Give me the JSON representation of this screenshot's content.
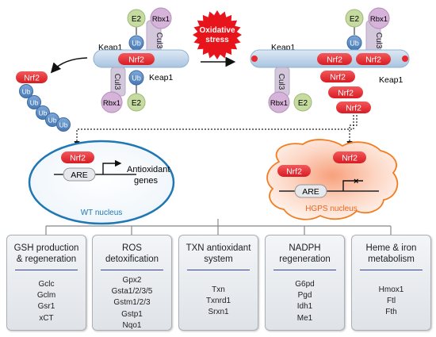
{
  "top_left_complex": {
    "e2": "E2",
    "rbx1": "Rbx1",
    "cul3": "Cul3",
    "ub": "Ub",
    "keap1": "Keap1",
    "nrf2": "Nrf2",
    "e2_bottom": "E2",
    "rbx1_bottom": "Rbx1",
    "cul3_bottom": "Cul3",
    "ub_bottom": "Ub",
    "keap1_bottom": "Keap1"
  },
  "ubiquitinated_nrf2": {
    "nrf2": "Nrf2",
    "ub_chain": [
      "Ub",
      "Ub",
      "Ub",
      "Ub",
      "Ub"
    ]
  },
  "stress_badge": {
    "line1": "Oxidative",
    "line2": "stress",
    "color": "#e8141b"
  },
  "top_right_complex": {
    "e2": "E2",
    "rbx1": "Rbx1",
    "cul3": "Cul3",
    "ub": "Ub",
    "keap1": "Keap1",
    "cul3_bottom": "Cul3",
    "rbx1_bottom": "Rbx1",
    "e2_bottom": "E2",
    "keap1_bottom": "Keap1",
    "free_nrf2": [
      "Nrf2",
      "Nrf2",
      "Nrf2",
      "Nrf2",
      "Nrf2"
    ]
  },
  "wt_nucleus": {
    "nrf2": "Nrf2",
    "are": "ARE",
    "gene_line1": "Antioxidant",
    "gene_line2": "genes",
    "label": "WT nucleus"
  },
  "hgps_nucleus": {
    "nrf2_left": "Nrf2",
    "nrf2_right": "Nrf2",
    "are": "ARE",
    "label": "HGPS nucleus"
  },
  "categories": [
    {
      "title": "GSH production\n& regeneration",
      "genes": [
        "Gclc",
        "Gclm",
        "Gsr1",
        "xCT"
      ]
    },
    {
      "title": "ROS\ndetoxification",
      "genes": [
        "Gpx2",
        "Gsta1/2/3/5",
        "Gstm1/2/3",
        "Gstp1",
        "Nqo1"
      ]
    },
    {
      "title": "TXN antioxidant\nsystem",
      "genes": [
        "Txn",
        "Txnrd1",
        "Srxn1"
      ]
    },
    {
      "title": "NADPH\nregeneration",
      "genes": [
        "G6pd",
        "Pgd",
        "Idh1",
        "Me1"
      ]
    },
    {
      "title": "Heme & iron\nmetabolism",
      "genes": [
        "Hmox1",
        "Ftl",
        "Fth"
      ]
    }
  ],
  "colors": {
    "nrf2": "#e62a30",
    "ub": "#5b8fc7",
    "e2": "#c6dba0",
    "rbx1": "#d6b3d8",
    "cul3": "#d3c7dc",
    "keap1": "#c3d7ea",
    "wt_border": "#1f78b4",
    "hgps": "#f47c20",
    "rule": "#2f3f9a"
  }
}
